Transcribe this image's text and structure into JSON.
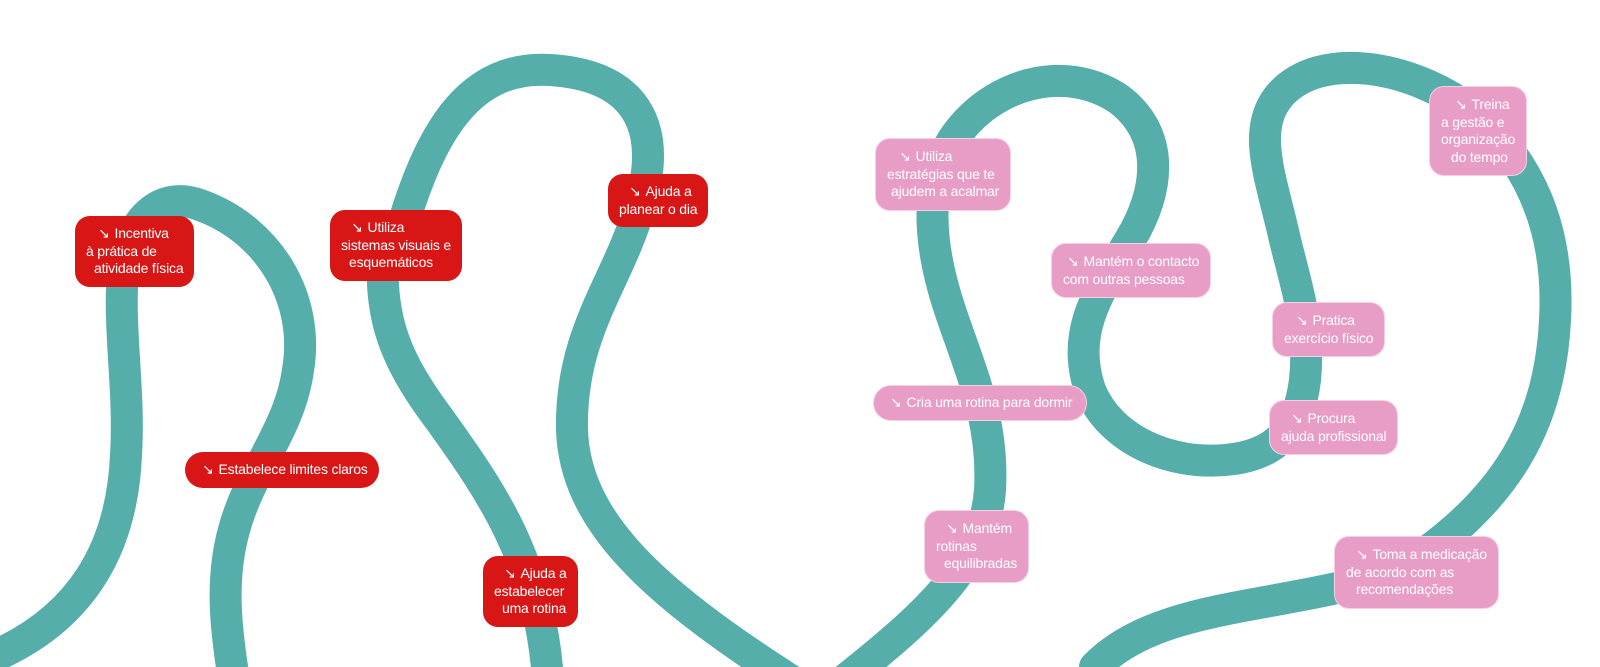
{
  "colors": {
    "path": "#55aeaa",
    "red_tag": "#d91616",
    "pink_tag": "#e89dc6",
    "tag_text": "#ffffff",
    "background": "#ffffff"
  },
  "arrow_glyph": "↘",
  "red_tags": [
    {
      "id": "incentiva",
      "lines": [
        "Incentiva",
        "à prática de",
        "atividade física"
      ]
    },
    {
      "id": "limites",
      "lines": [
        "Estabelece limites claros"
      ]
    },
    {
      "id": "visuais",
      "lines": [
        "Utiliza",
        "sistemas visuais e",
        "esquemáticos"
      ]
    },
    {
      "id": "rotina",
      "lines": [
        "Ajuda a",
        "estabelecer",
        "uma rotina"
      ]
    },
    {
      "id": "planear",
      "lines": [
        "Ajuda a",
        "planear o dia"
      ]
    }
  ],
  "pink_tags": [
    {
      "id": "acalmar",
      "lines": [
        "Utiliza",
        "estratégias que te",
        "ajudem a acalmar"
      ]
    },
    {
      "id": "dormir",
      "lines": [
        "Cria uma rotina para dormir"
      ]
    },
    {
      "id": "equilibradas",
      "lines": [
        "Mantém",
        "rotinas",
        "equilibradas"
      ]
    },
    {
      "id": "contacto",
      "lines": [
        "Mantém o contacto",
        "com outras pessoas"
      ]
    },
    {
      "id": "exercicio",
      "lines": [
        "Pratica",
        "exercício físico"
      ]
    },
    {
      "id": "profissional",
      "lines": [
        "Procura",
        "ajuda profissional"
      ]
    },
    {
      "id": "tempo",
      "lines": [
        "Treina",
        "a gestão e",
        "organização",
        "do tempo"
      ]
    },
    {
      "id": "medicacao",
      "lines": [
        "Toma a medicação",
        "de acordo com as",
        "recomendações"
      ]
    }
  ]
}
